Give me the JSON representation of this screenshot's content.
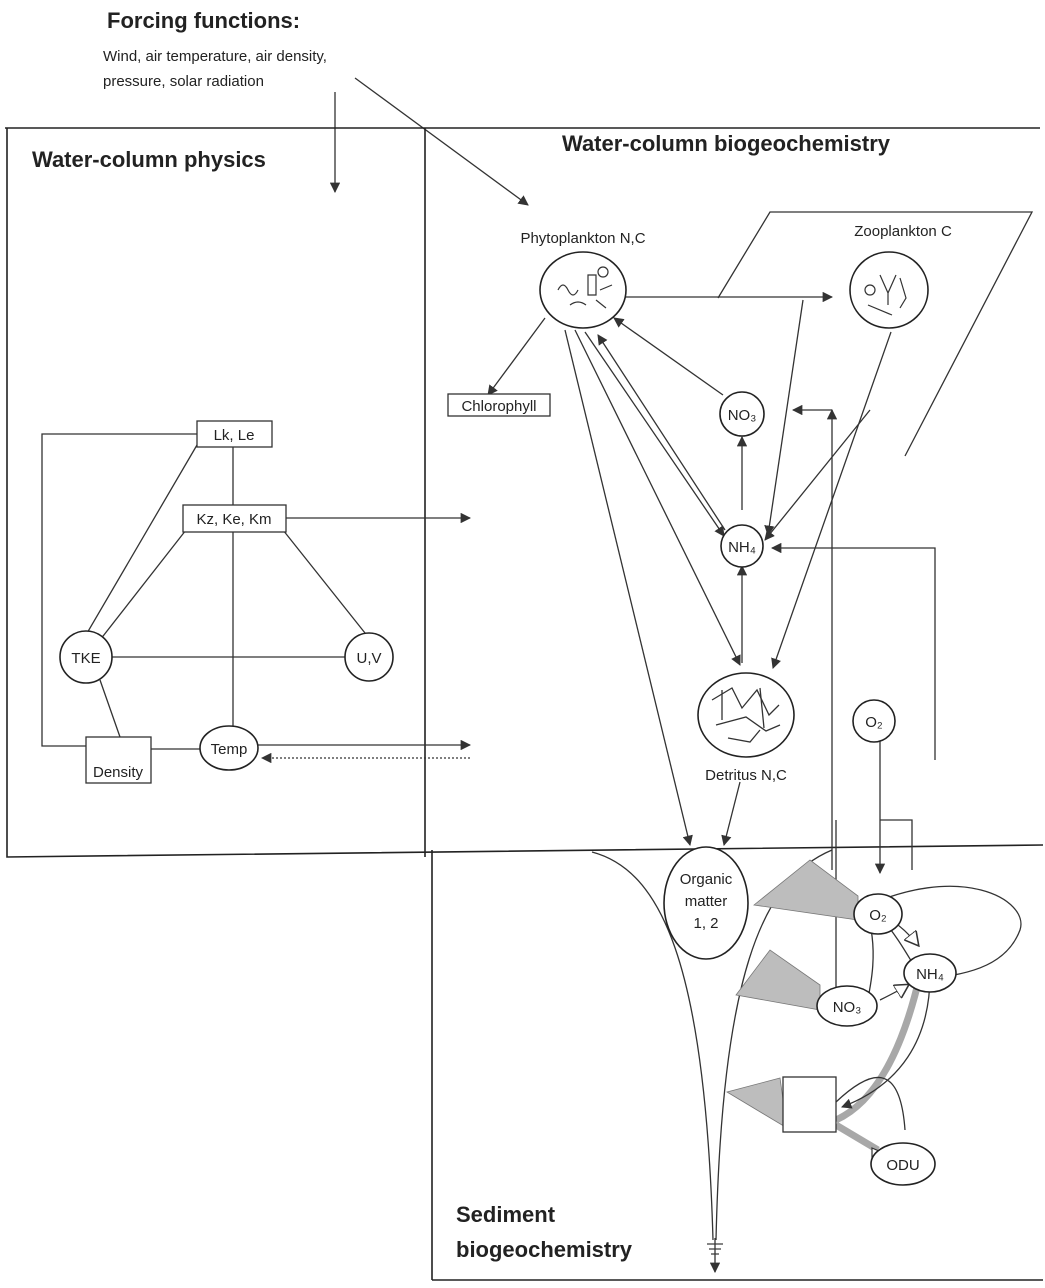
{
  "forcing": {
    "heading": "Forcing functions:",
    "line1": "Wind, air temperature, air density,",
    "line2": "pressure, solar radiation"
  },
  "panels": {
    "physics": "Water-column physics",
    "biogeochem": "Water-column biogeochemistry",
    "sediment_line1": "Sediment",
    "sediment_line2": "biogeochemistry"
  },
  "physics_nodes": {
    "lk_le": "Lk, Le",
    "kz_ke_km": "Kz, Ke, Km",
    "tke": "TKE",
    "uv": "U,V",
    "temp": "Temp",
    "density": "Density"
  },
  "bio_nodes": {
    "phyto_label": "Phytoplankton N,C",
    "zoo_label": "Zooplankton C",
    "chlorophyll": "Chlorophyll",
    "no3_water": "NO₃",
    "nh4_water": "NH₄",
    "detritus_label": "Detritus N,C",
    "o2_water": "O₂"
  },
  "sediment_nodes": {
    "organic_line1": "Organic",
    "organic_line2": "matter",
    "organic_line3": "1, 2",
    "o2_sed": "O₂",
    "nh4_sed": "NH₄",
    "no3_sed": "NO₃",
    "odu": "ODU"
  }
}
